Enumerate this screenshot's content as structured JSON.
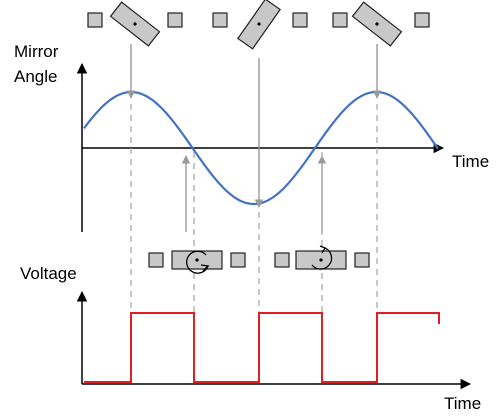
{
  "labels": {
    "top_y_axis_line1": "Mirror",
    "top_y_axis_line2": "Angle",
    "top_x_axis": "Time",
    "bottom_y_axis": "Voltage",
    "bottom_x_axis": "Time"
  },
  "colors": {
    "sine_curve": "#4472c4",
    "square_wave": "#e02020",
    "axes": "#000000",
    "guide_arrows": "#999999",
    "mirror_fill": "#c8c8c8"
  },
  "icons": {
    "mirror": "tilted-rectangle-with-pivot-dot",
    "pad": "small-gray-square",
    "rotation": "circular-rotation-arrow"
  },
  "signals": {
    "mirror_angle": "sine",
    "voltage": "square"
  }
}
